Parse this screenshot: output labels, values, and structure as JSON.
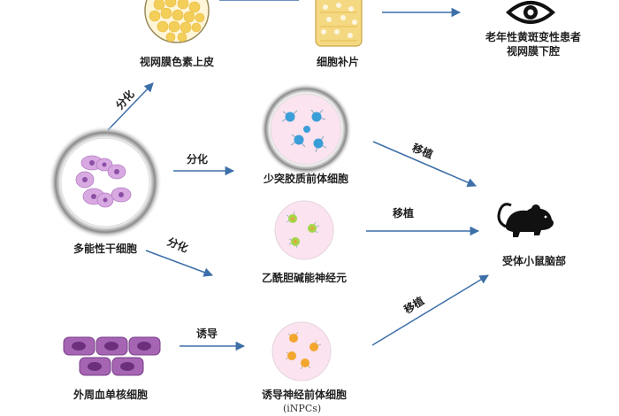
{
  "nodes": {
    "rpe": "视网膜色素上皮",
    "patch": "细胞补片",
    "patient_line1": "老年性黄斑变性患者",
    "patient_line2": "视网膜下腔",
    "opc": "少突胶质前体细胞",
    "ipsc": "多能性干细胞",
    "chat": "乙酰胆碱能神经元",
    "pbmc": "外周血单核细胞",
    "inpc": "诱导神经前体细胞",
    "inpc_sub": "(iNPCs)",
    "mouse": "受体小鼠脑部"
  },
  "arrows": {
    "differentiate": "分化",
    "transplant": "移植",
    "induce": "诱导"
  },
  "colors": {
    "arrow": "#3d6fa8",
    "rpe_cells": "#f6d56c",
    "dish_bg": "#fbe3ef",
    "stem_cells": "#c48fd2",
    "pbmc_cells": "#a565b3",
    "opc_cells": "#3a9ed8",
    "chat_cells": "#a6d64a",
    "inpc_cells": "#f3a62d"
  },
  "icons": {
    "eye": "eye-icon",
    "mouse": "mouse-icon"
  }
}
